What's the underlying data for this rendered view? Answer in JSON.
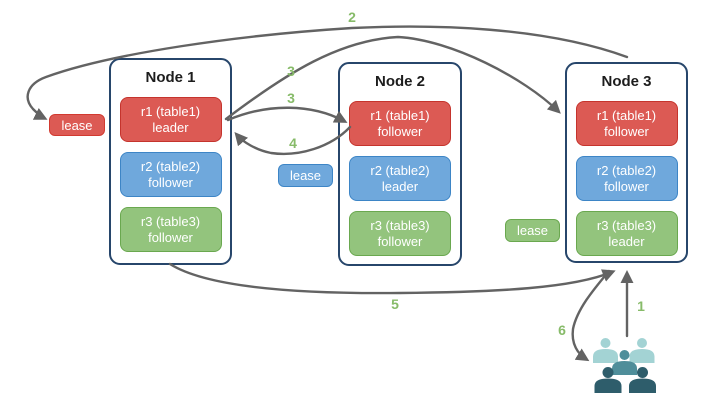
{
  "diagram": {
    "nodes": [
      {
        "title": "Node 1",
        "replicas": [
          {
            "name": "r1 (table1)",
            "role": "leader",
            "color": "red"
          },
          {
            "name": "r2 (table2)",
            "role": "follower",
            "color": "blue"
          },
          {
            "name": "r3 (table3)",
            "role": "follower",
            "color": "green"
          }
        ]
      },
      {
        "title": "Node 2",
        "replicas": [
          {
            "name": "r1 (table1)",
            "role": "follower",
            "color": "red"
          },
          {
            "name": "r2 (table2)",
            "role": "leader",
            "color": "blue"
          },
          {
            "name": "r3 (table3)",
            "role": "follower",
            "color": "green"
          }
        ]
      },
      {
        "title": "Node 3",
        "replicas": [
          {
            "name": "r1 (table1)",
            "role": "follower",
            "color": "red"
          },
          {
            "name": "r2 (table2)",
            "role": "follower",
            "color": "blue"
          },
          {
            "name": "r3 (table3)",
            "role": "leader",
            "color": "green"
          }
        ]
      }
    ],
    "leases": [
      {
        "label": "lease",
        "color": "red"
      },
      {
        "label": "lease",
        "color": "blue"
      },
      {
        "label": "lease",
        "color": "green"
      }
    ],
    "step_labels": [
      "2",
      "3",
      "3",
      "4",
      "5",
      "1",
      "6"
    ],
    "icons": {
      "users_group": "users-group-icon"
    }
  },
  "colors": {
    "red-fill": "#dc5a54",
    "red-border": "#c5342d",
    "lease-red-border": "#d23a30",
    "blue-fill": "#6fa8dc",
    "blue-border": "#3d85c6",
    "green-fill": "#93c47d",
    "green-border": "#6aa84f",
    "node-border": "#27466b",
    "arrow": "#636363",
    "number": "#87bb69",
    "user-light": "#a3d3d4",
    "user-mid": "#4f8e9a",
    "user-dark": "#2e5d6b"
  }
}
